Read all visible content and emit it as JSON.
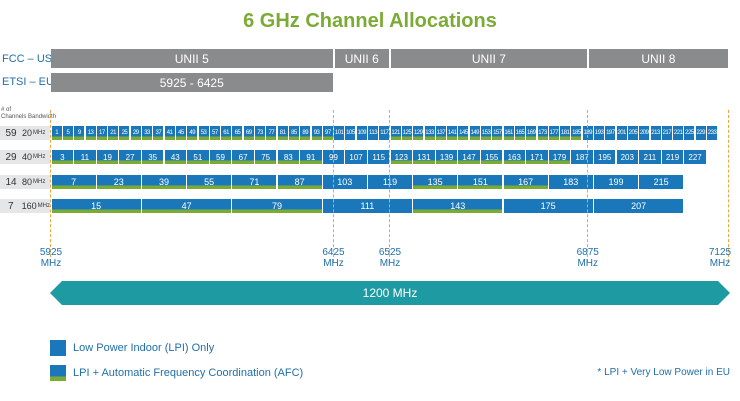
{
  "title": "6 GHz Channel Allocations",
  "regions": {
    "fcc_label": "FCC – USA",
    "etsi_label": "ETSI – EU*",
    "fcc_bands": [
      {
        "label": "UNII 5",
        "start": 5925,
        "end": 6425
      },
      {
        "label": "UNII 6",
        "start": 6425,
        "end": 6525
      },
      {
        "label": "UNII 7",
        "start": 6525,
        "end": 6875
      },
      {
        "label": "UNII 8",
        "start": 6875,
        "end": 7125
      }
    ],
    "etsi_band": {
      "label": "5925 - 6425",
      "start": 5925,
      "end": 6425
    }
  },
  "header": {
    "line1": "# of",
    "line2": "Channels Bandwidth"
  },
  "rows": [
    {
      "count": "59",
      "bandwidth": "20",
      "unit": "MHz",
      "bw": 20,
      "first": 1,
      "step": 4,
      "channels": [
        1,
        5,
        9,
        13,
        17,
        21,
        25,
        29,
        33,
        37,
        41,
        45,
        49,
        53,
        57,
        61,
        65,
        69,
        73,
        77,
        81,
        85,
        89,
        93,
        97,
        101,
        105,
        109,
        113,
        117,
        121,
        125,
        129,
        133,
        137,
        141,
        145,
        149,
        153,
        157,
        161,
        165,
        169,
        173,
        177,
        181,
        185,
        189,
        193,
        197,
        201,
        205,
        209,
        213,
        217,
        221,
        225,
        229,
        233
      ]
    },
    {
      "count": "29",
      "bandwidth": "40",
      "unit": "MHz",
      "bw": 40,
      "first": 3,
      "step": 8,
      "channels": [
        3,
        11,
        19,
        27,
        35,
        43,
        51,
        59,
        67,
        75,
        83,
        91,
        99,
        107,
        115,
        123,
        131,
        139,
        147,
        155,
        163,
        171,
        179,
        187,
        195,
        203,
        211,
        219,
        227
      ]
    },
    {
      "count": "14",
      "bandwidth": "80",
      "unit": "MHz",
      "bw": 80,
      "first": 7,
      "step": 16,
      "channels": [
        7,
        23,
        39,
        55,
        71,
        87,
        103,
        119,
        135,
        151,
        167,
        183,
        199,
        215
      ]
    },
    {
      "count": "7",
      "bandwidth": "160",
      "unit": "MHz",
      "bw": 160,
      "first": 15,
      "step": 32,
      "channels": [
        15,
        47,
        79,
        111,
        143,
        175,
        207
      ]
    }
  ],
  "markers": [
    {
      "value": 5925,
      "label": "5925",
      "unit": "MHz"
    },
    {
      "value": 6425,
      "label": "6425",
      "unit": "MHz"
    },
    {
      "value": 6525,
      "label": "6525",
      "unit": "MHz"
    },
    {
      "value": 6875,
      "label": "6875",
      "unit": "MHz"
    },
    {
      "value": 7125,
      "label": "7125",
      "unit": "MHz"
    }
  ],
  "span_label": "1200 MHz",
  "legend": {
    "lpi": "Low Power Indoor (LPI) Only",
    "afc": "LPI + Automatic Frequency Coordination (AFC)",
    "footnote": "* LPI + Very Low Power in EU"
  },
  "afc_ranges": [
    [
      5925,
      6425
    ],
    [
      6525,
      6875
    ]
  ],
  "colors": {
    "title": "#7cab35",
    "channel": "#1a78ba",
    "afc": "#7cab35",
    "band": "#8a8b8d",
    "arrow": "#1e9aa2",
    "marker": "#f0a43c"
  }
}
